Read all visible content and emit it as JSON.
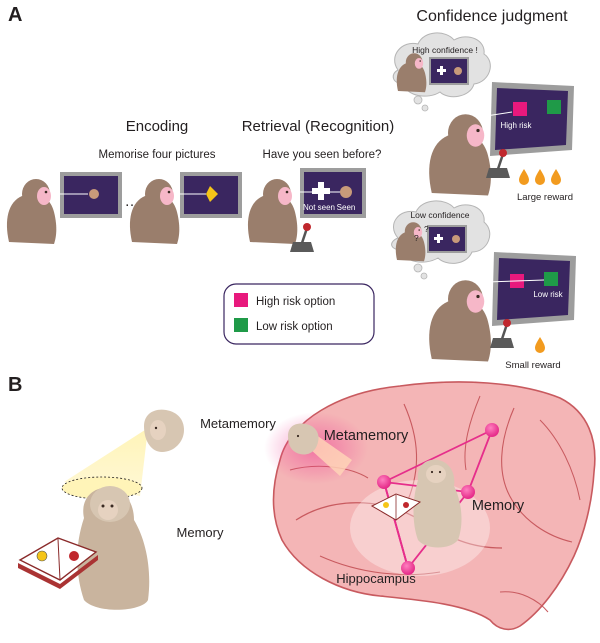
{
  "panel_a": {
    "label": "A",
    "encoding": {
      "title": "Encoding",
      "subtitle": "Memorise four pictures",
      "ellipsis": "…"
    },
    "retrieval": {
      "title": "Retrieval (Recognition)",
      "subtitle": "Have you seen before?",
      "not_seen": "Not seen",
      "seen": "Seen"
    },
    "confidence": {
      "title": "Confidence judgment",
      "high_bubble": "High confidence !",
      "high_screen_label": "High risk",
      "large_reward": "Large reward",
      "low_bubble": "Low confidence",
      "question_marks": "?",
      "low_screen_label": "Low risk",
      "small_reward": "Small reward"
    },
    "legend": {
      "items": [
        {
          "label": "High risk option",
          "color": "#e8197d"
        },
        {
          "label": "Low risk option",
          "color": "#1f9a48"
        }
      ]
    }
  },
  "panel_b": {
    "label": "B",
    "metamemory_left": "Metamemory",
    "memory_left": "Memory",
    "metamemory_brain": "Metamemory",
    "memory_brain": "Memory",
    "hippocampus": "Hippocampus"
  },
  "colors": {
    "high_risk": "#e8197d",
    "low_risk": "#1f9a48",
    "screen": "#3a2660",
    "monkey": "#9a7e6c",
    "face": "#f6b7c8",
    "reward_drop": "#f29b1f",
    "brain": "#f4b5b6",
    "network": "#e62e8b"
  }
}
